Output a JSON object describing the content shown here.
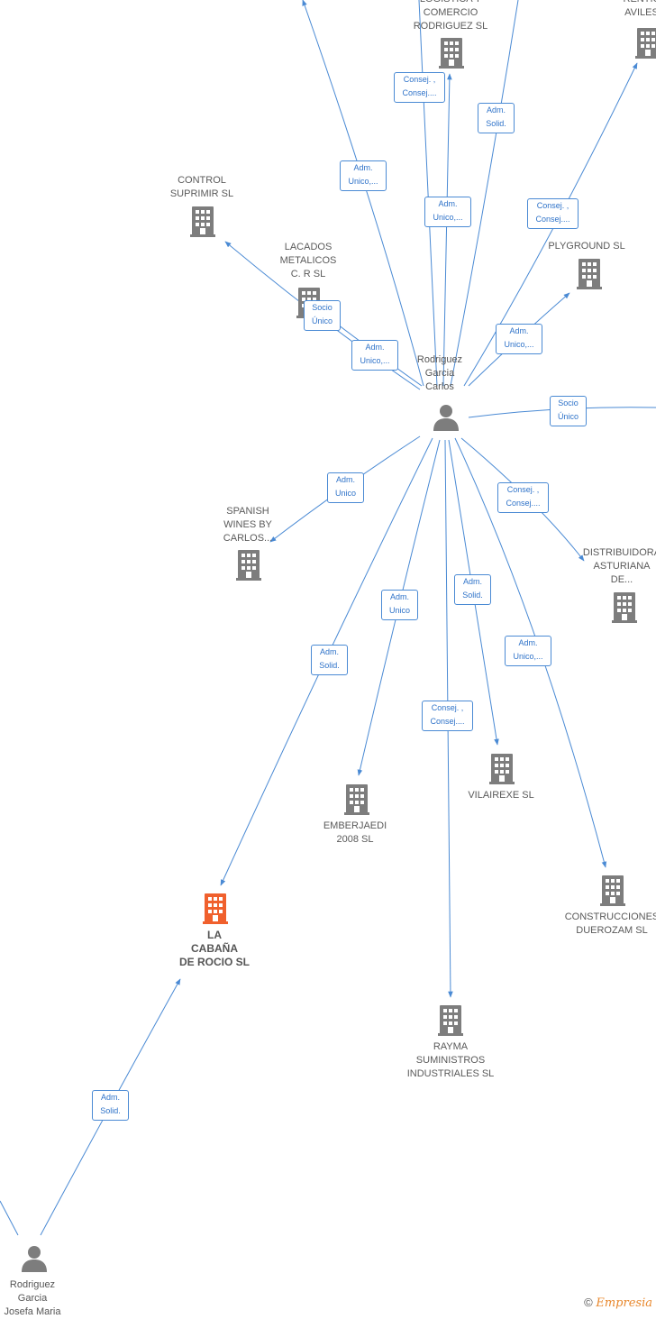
{
  "colors": {
    "edge": "#4a8ad4",
    "label_text": "#2f73c9",
    "building": "#7d7d7d",
    "building_main": "#f0602d",
    "person": "#7d7d7d"
  },
  "nodes": {
    "logistica": {
      "label": "LOGISTICA Y\nCOMERCIO\nRODRIGUEZ SL",
      "icon": "building-icon"
    },
    "rentic": {
      "label": "RENTIC\nAVILES",
      "icon": "building-icon"
    },
    "control": {
      "label": "CONTROL\nSUPRIMIR  SL",
      "icon": "building-icon"
    },
    "lacados": {
      "label": "LACADOS\nMETALICOS\nC. R SL",
      "icon": "building-icon"
    },
    "plyground": {
      "label": "PLYGROUND  SL",
      "icon": "building-icon"
    },
    "carlos": {
      "label": "Rodriguez\nGarcia\nCarlos",
      "icon": "person-icon"
    },
    "spanish": {
      "label": "SPANISH\nWINES BY\nCARLOS...",
      "icon": "building-icon"
    },
    "distribuidora": {
      "label": "DISTRIBUIDORA\nASTURIANA\nDE...",
      "icon": "building-icon"
    },
    "vilairexe": {
      "label": "VILAIREXE  SL",
      "icon": "building-icon"
    },
    "emberjaedi": {
      "label": "EMBERJAEDI\n2008 SL",
      "icon": "building-icon"
    },
    "construcciones": {
      "label": "CONSTRUCCIONES\nDUEROZAM  SL",
      "icon": "building-icon"
    },
    "cabana": {
      "label": "LA\nCABAÑA\nDE ROCIO  SL",
      "icon": "building-icon"
    },
    "rayma": {
      "label": "RAYMA\nSUMINISTROS\nINDUSTRIALES SL",
      "icon": "building-icon"
    },
    "josefa": {
      "label": "Rodriguez\nGarcia\nJosefa Maria",
      "icon": "person-icon"
    }
  },
  "edges": {
    "e1": "Adm.\nUnico,...",
    "e2": "Consej. ,\nConsej....",
    "e3": "Adm.\nSolid.",
    "e4": "Adm.\nUnico,...",
    "e5": "Consej. ,\nConsej....",
    "e6": "Socio\nÚnico",
    "e7": "Adm.\nUnico,...",
    "e8": "Adm.\nUnico,...",
    "e9": "Socio\nÚnico",
    "e10": "Adm.\nUnico",
    "e11": "Consej. ,\nConsej....",
    "e12": "Adm.\nSolid.",
    "e13": "Adm.\nUnico",
    "e14": "Adm.\nSolid.",
    "e15": "Adm.\nUnico,...",
    "e16": "Consej. ,\nConsej....",
    "e17": "Adm.\nSolid."
  },
  "footer": {
    "symbol": "©",
    "brand": "Empresia"
  }
}
